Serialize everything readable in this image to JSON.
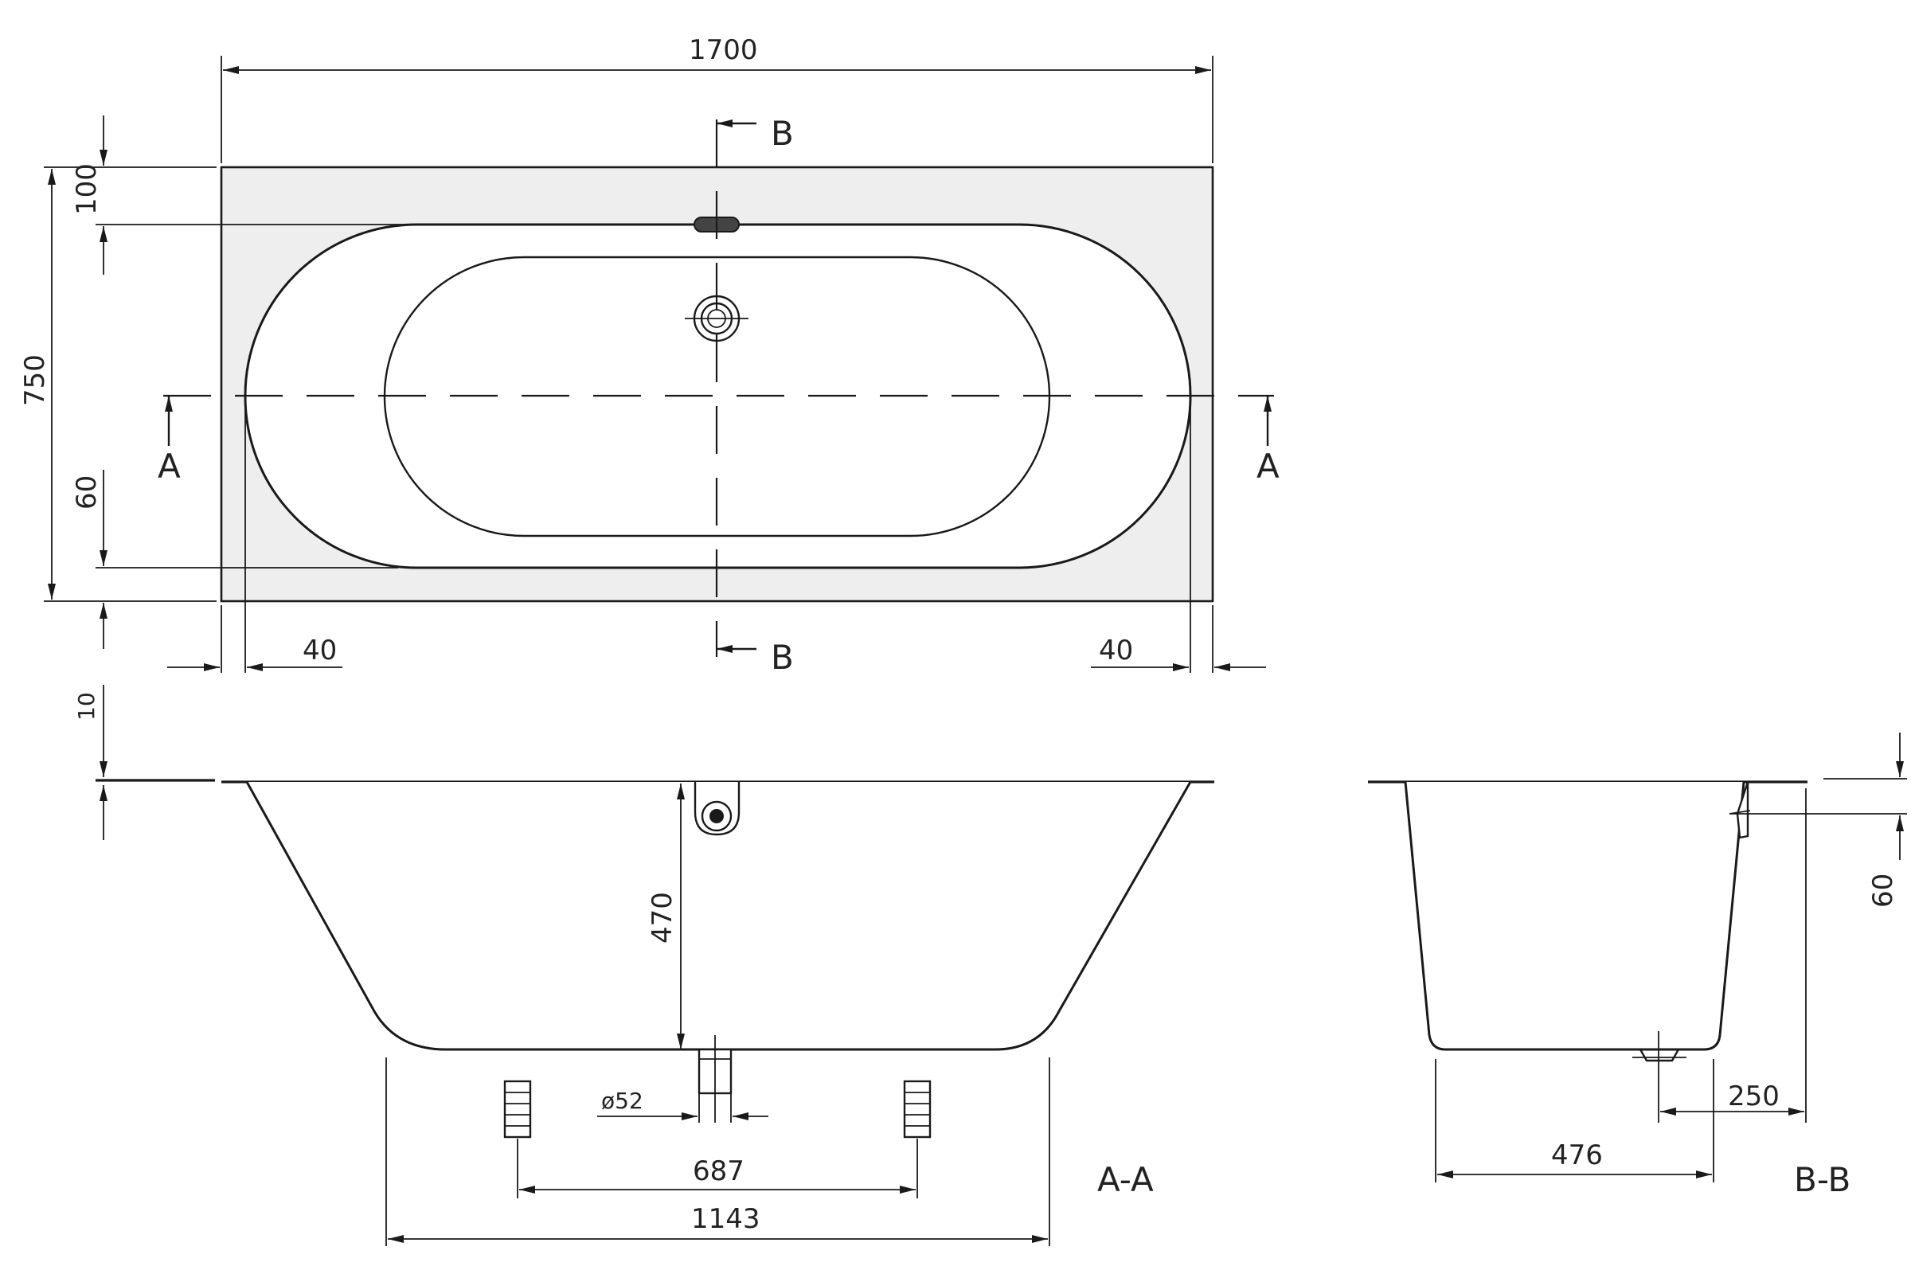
{
  "diagram": {
    "plan_dimensions": {
      "length": "1700",
      "width": "750",
      "top_rim": "100",
      "bottom_rim": "60",
      "left_edge": "40",
      "right_edge": "40"
    },
    "section_markers": {
      "b_top": "B",
      "b_bottom": "B",
      "a_left": "A",
      "a_right": "A"
    },
    "section_a": {
      "title": "A-A",
      "rim": "10",
      "depth": "470",
      "drain_diameter": "ø52",
      "feet_spacing": "687",
      "bottom_length": "1143"
    },
    "section_b": {
      "title": "B-B",
      "rim_height": "60",
      "bottom_width": "476",
      "drain_offset": "250"
    }
  }
}
